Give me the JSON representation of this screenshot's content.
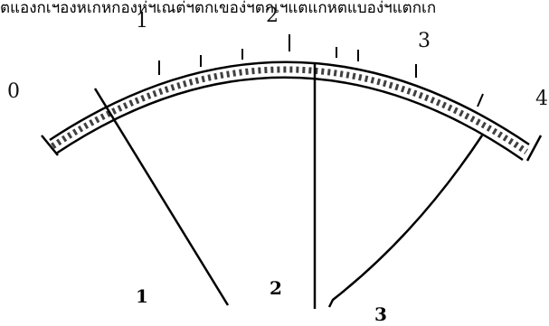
{
  "header_text": "ตแองกเฯองหเกหกองห่ฯเณต่ฯตกเของ่ฯตกเฯแตแกหตแบอง่ฯแตกเก",
  "scale": {
    "labels": [
      "0",
      "1",
      "2",
      "3",
      "4"
    ]
  },
  "pointers": [
    {
      "label": "1"
    },
    {
      "label": "2"
    },
    {
      "label": "3"
    }
  ],
  "colors": {
    "stroke": "#000000",
    "background": "#ffffff"
  }
}
